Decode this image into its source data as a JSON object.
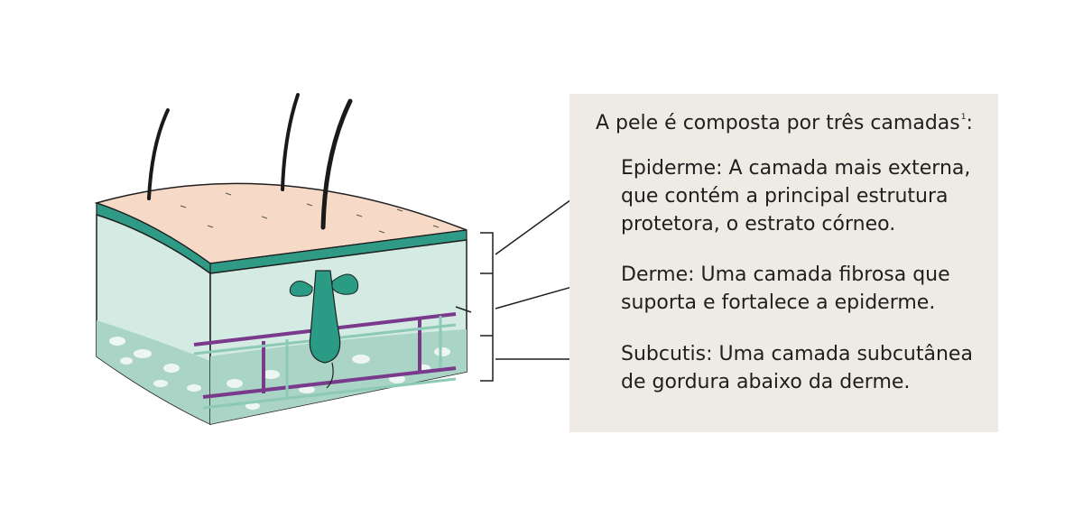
{
  "title": {
    "text": "A pele é composta por três camadas",
    "footnote": "1",
    "suffix": ":"
  },
  "layers": [
    {
      "lines": [
        "Epiderme: A camada mais externa,",
        "que contém a principal estrutura",
        "protetora, o estrato córneo."
      ]
    },
    {
      "lines": [
        "Derme: Uma camada fibrosa que",
        "suporta e fortalece a epiderme."
      ]
    },
    {
      "lines": [
        "Subcutis: Uma camada subcutânea",
        "de gordura abaixo da derme."
      ]
    }
  ],
  "colors": {
    "panel": "#eeebe4",
    "skin_surface": "#f6d9c6",
    "epidermis": "#2f9a86",
    "dermis": "#d4ebe3",
    "subcutis_fat": "#a9d4c6",
    "vessels": "#7a3a8c",
    "gland": "#2a9c86",
    "hair": "#1a1a1a",
    "outline": "#1f1f1f"
  }
}
